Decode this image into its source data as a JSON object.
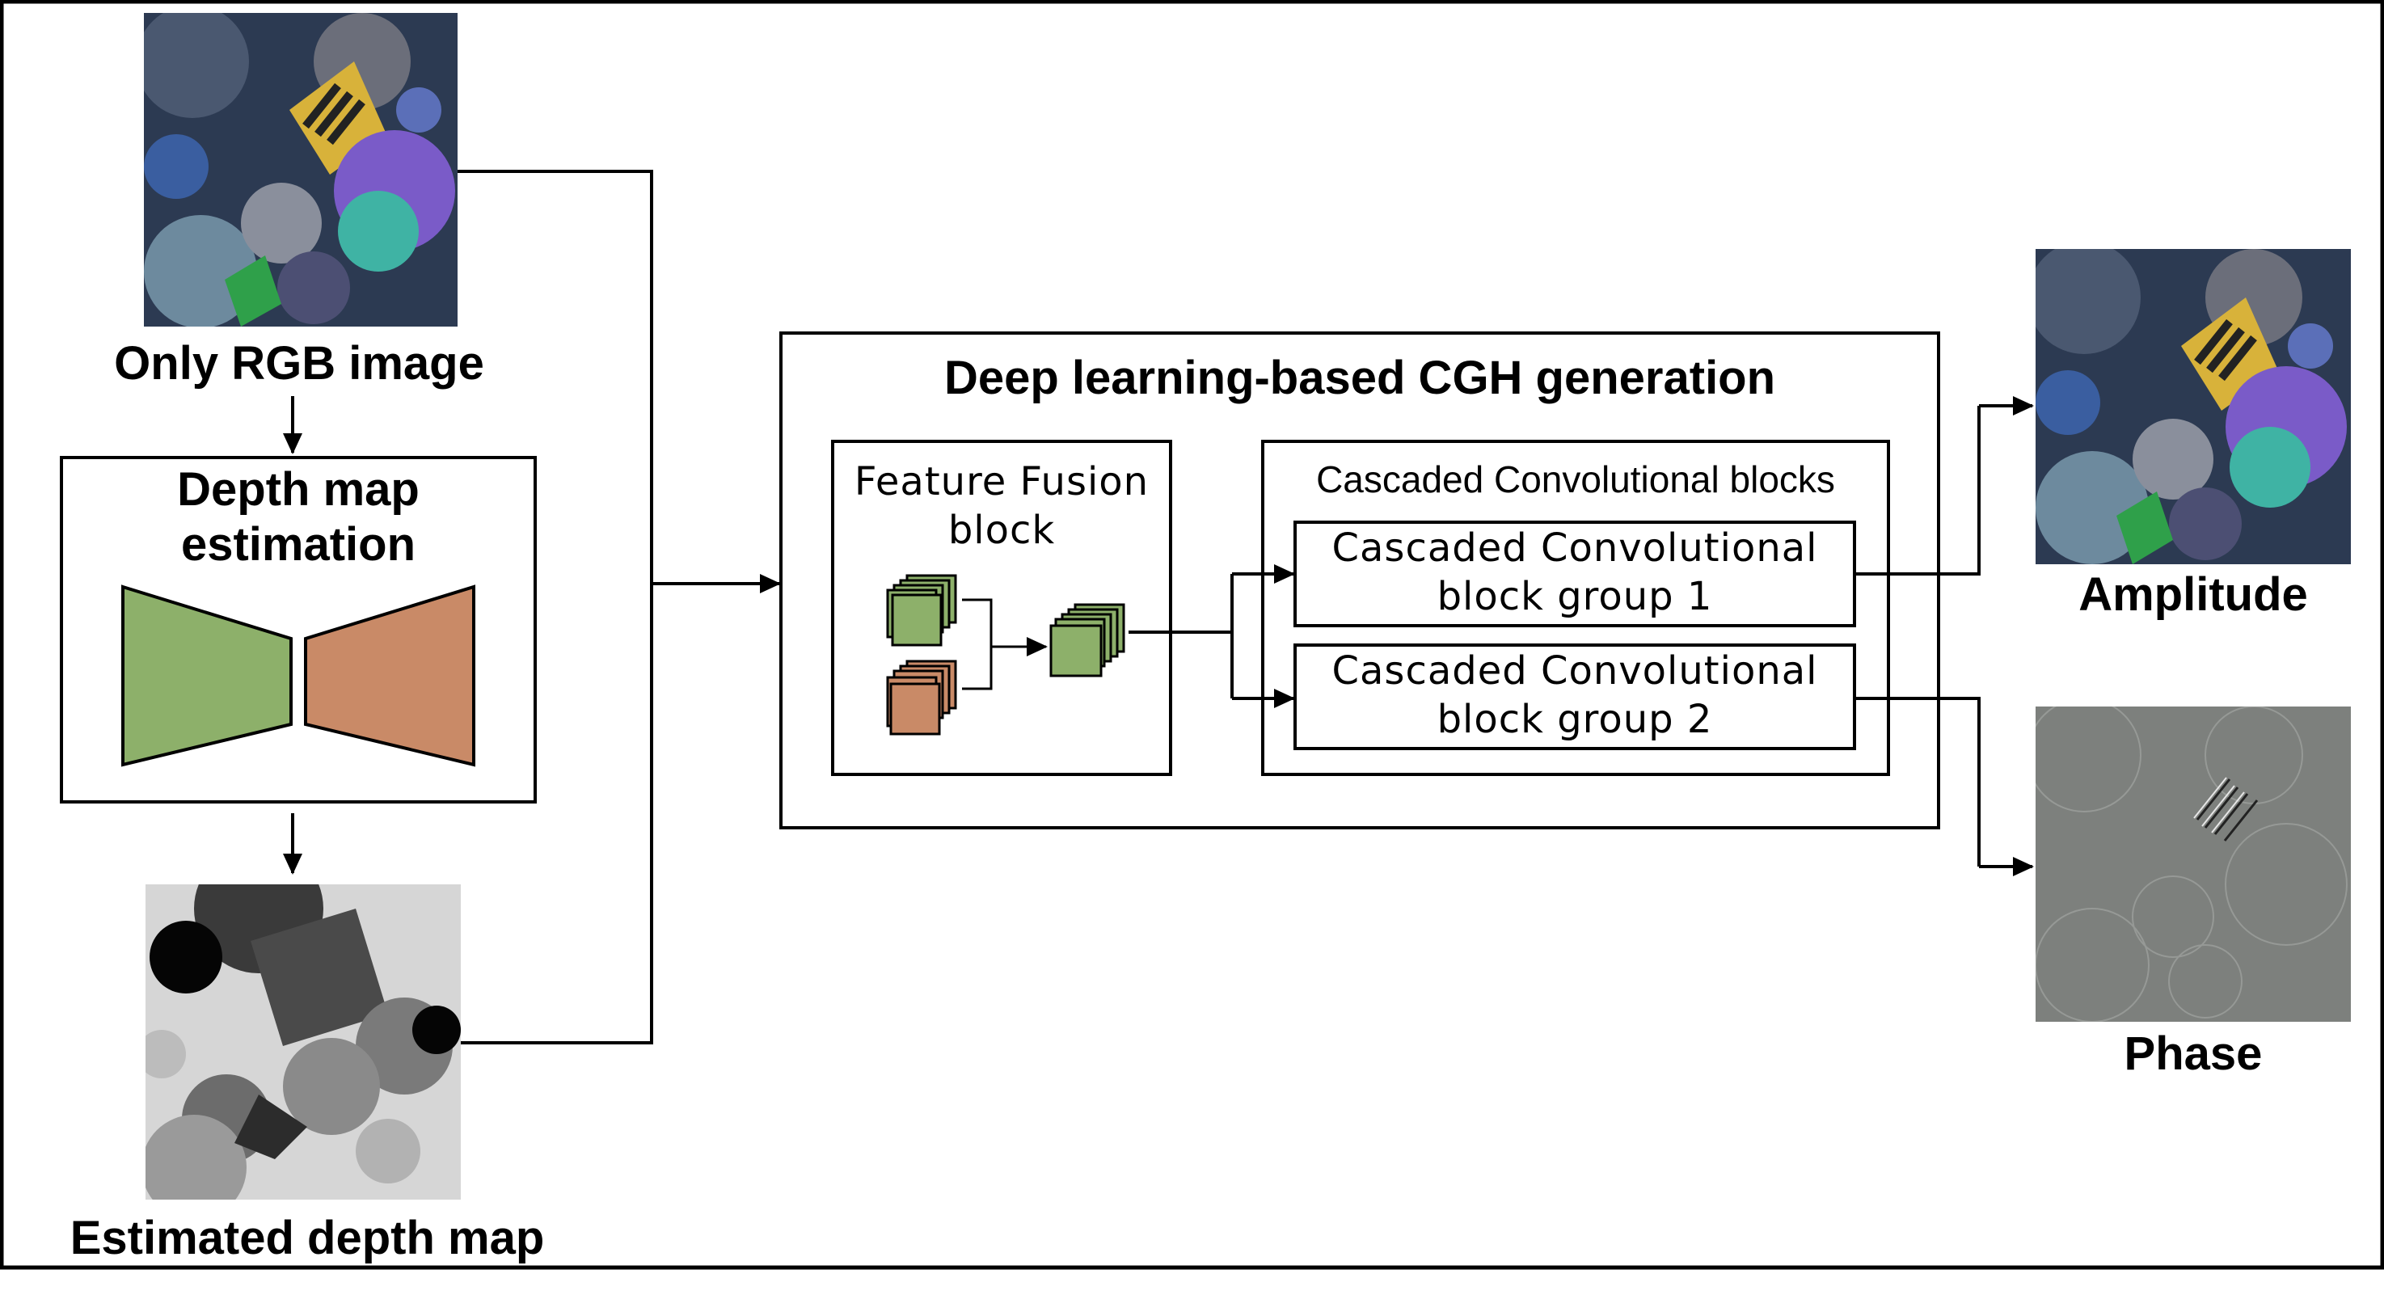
{
  "inputs": {
    "rgb_label": "Only RGB image",
    "depth_label": "Estimated depth map"
  },
  "depth_estimation": {
    "title_line1": "Depth map",
    "title_line2": "estimation"
  },
  "cgh": {
    "title": "Deep learning-based CGH generation",
    "feature_fusion_line1": "Feature Fusion",
    "feature_fusion_line2": "block",
    "cascaded_title": "Cascaded Convolutional blocks",
    "group1_line1": "Cascaded Convolutional",
    "group1_line2": "block group 1",
    "group2_line1": "Cascaded Convolutional",
    "group2_line2": "block group 2"
  },
  "outputs": {
    "amplitude_label": "Amplitude",
    "phase_label": "Phase"
  },
  "colors": {
    "green_block": "#8db06a",
    "orange_block": "#c98a67",
    "line": "#000000"
  }
}
